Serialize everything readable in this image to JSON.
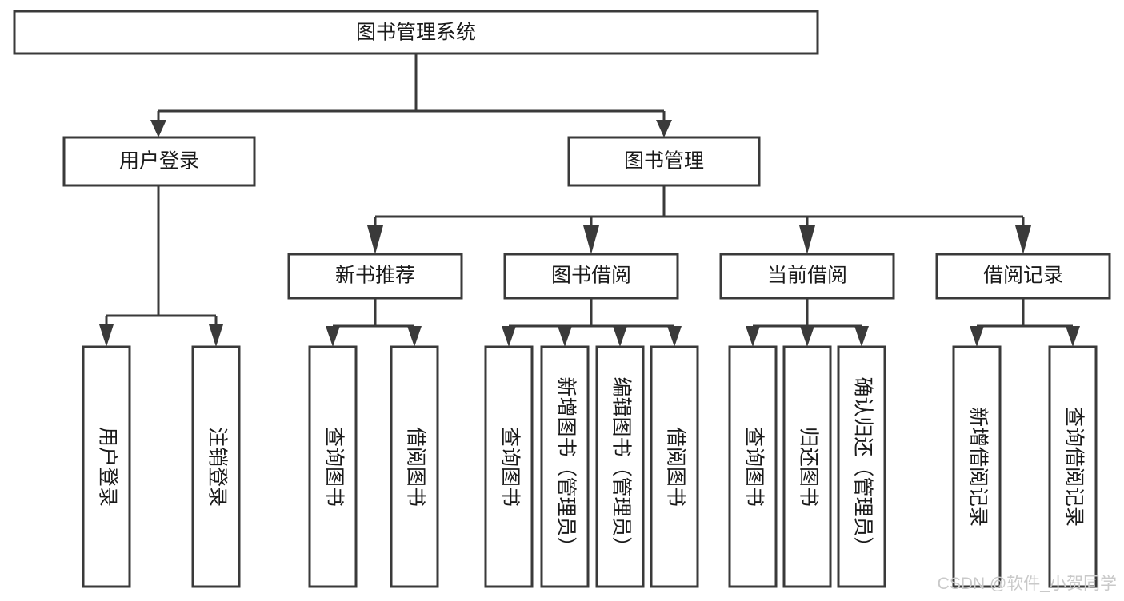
{
  "diagram": {
    "type": "tree-hierarchy",
    "title": "图书管理系统",
    "watermark": "CSDN @软件_小贺同学",
    "colors": {
      "background": "#ffffff",
      "stroke": "#3a3a3a",
      "box_fill": "#ffffff",
      "text": "#1a1a1a",
      "watermark": "#c9c9c9"
    },
    "levels": {
      "root": {
        "label": "图书管理系统"
      },
      "level2": [
        {
          "id": "user-login",
          "label": "用户登录"
        },
        {
          "id": "book-manage",
          "label": "图书管理"
        }
      ],
      "level3": [
        {
          "id": "new-book-recommend",
          "label": "新书推荐",
          "parent": "book-manage"
        },
        {
          "id": "book-borrow",
          "label": "图书借阅",
          "parent": "book-manage"
        },
        {
          "id": "current-borrow",
          "label": "当前借阅",
          "parent": "book-manage"
        },
        {
          "id": "borrow-record",
          "label": "借阅记录",
          "parent": "book-manage"
        }
      ],
      "leaves": [
        {
          "id": "leaf-user-login",
          "label": "用户登录",
          "parent": "user-login"
        },
        {
          "id": "leaf-user-logout",
          "label": "注销登录",
          "parent": "user-login"
        },
        {
          "id": "leaf-query-book-1",
          "label": "查询图书",
          "parent": "new-book-recommend"
        },
        {
          "id": "leaf-borrow-book-1",
          "label": "借阅图书",
          "parent": "new-book-recommend"
        },
        {
          "id": "leaf-query-book-2",
          "label": "查询图书",
          "parent": "book-borrow"
        },
        {
          "id": "leaf-add-book",
          "label": "新增图书（管理员）",
          "parent": "book-borrow"
        },
        {
          "id": "leaf-edit-book",
          "label": "编辑图书（管理员）",
          "parent": "book-borrow"
        },
        {
          "id": "leaf-borrow-book-2",
          "label": "借阅图书",
          "parent": "book-borrow"
        },
        {
          "id": "leaf-query-book-3",
          "label": "查询图书",
          "parent": "current-borrow"
        },
        {
          "id": "leaf-return-book",
          "label": "归还图书",
          "parent": "current-borrow"
        },
        {
          "id": "leaf-confirm-return",
          "label": "确认归还（管理员）",
          "parent": "current-borrow"
        },
        {
          "id": "leaf-add-record",
          "label": "新增借阅记录",
          "parent": "borrow-record"
        },
        {
          "id": "leaf-query-record",
          "label": "查询借阅记录",
          "parent": "borrow-record"
        }
      ]
    }
  }
}
